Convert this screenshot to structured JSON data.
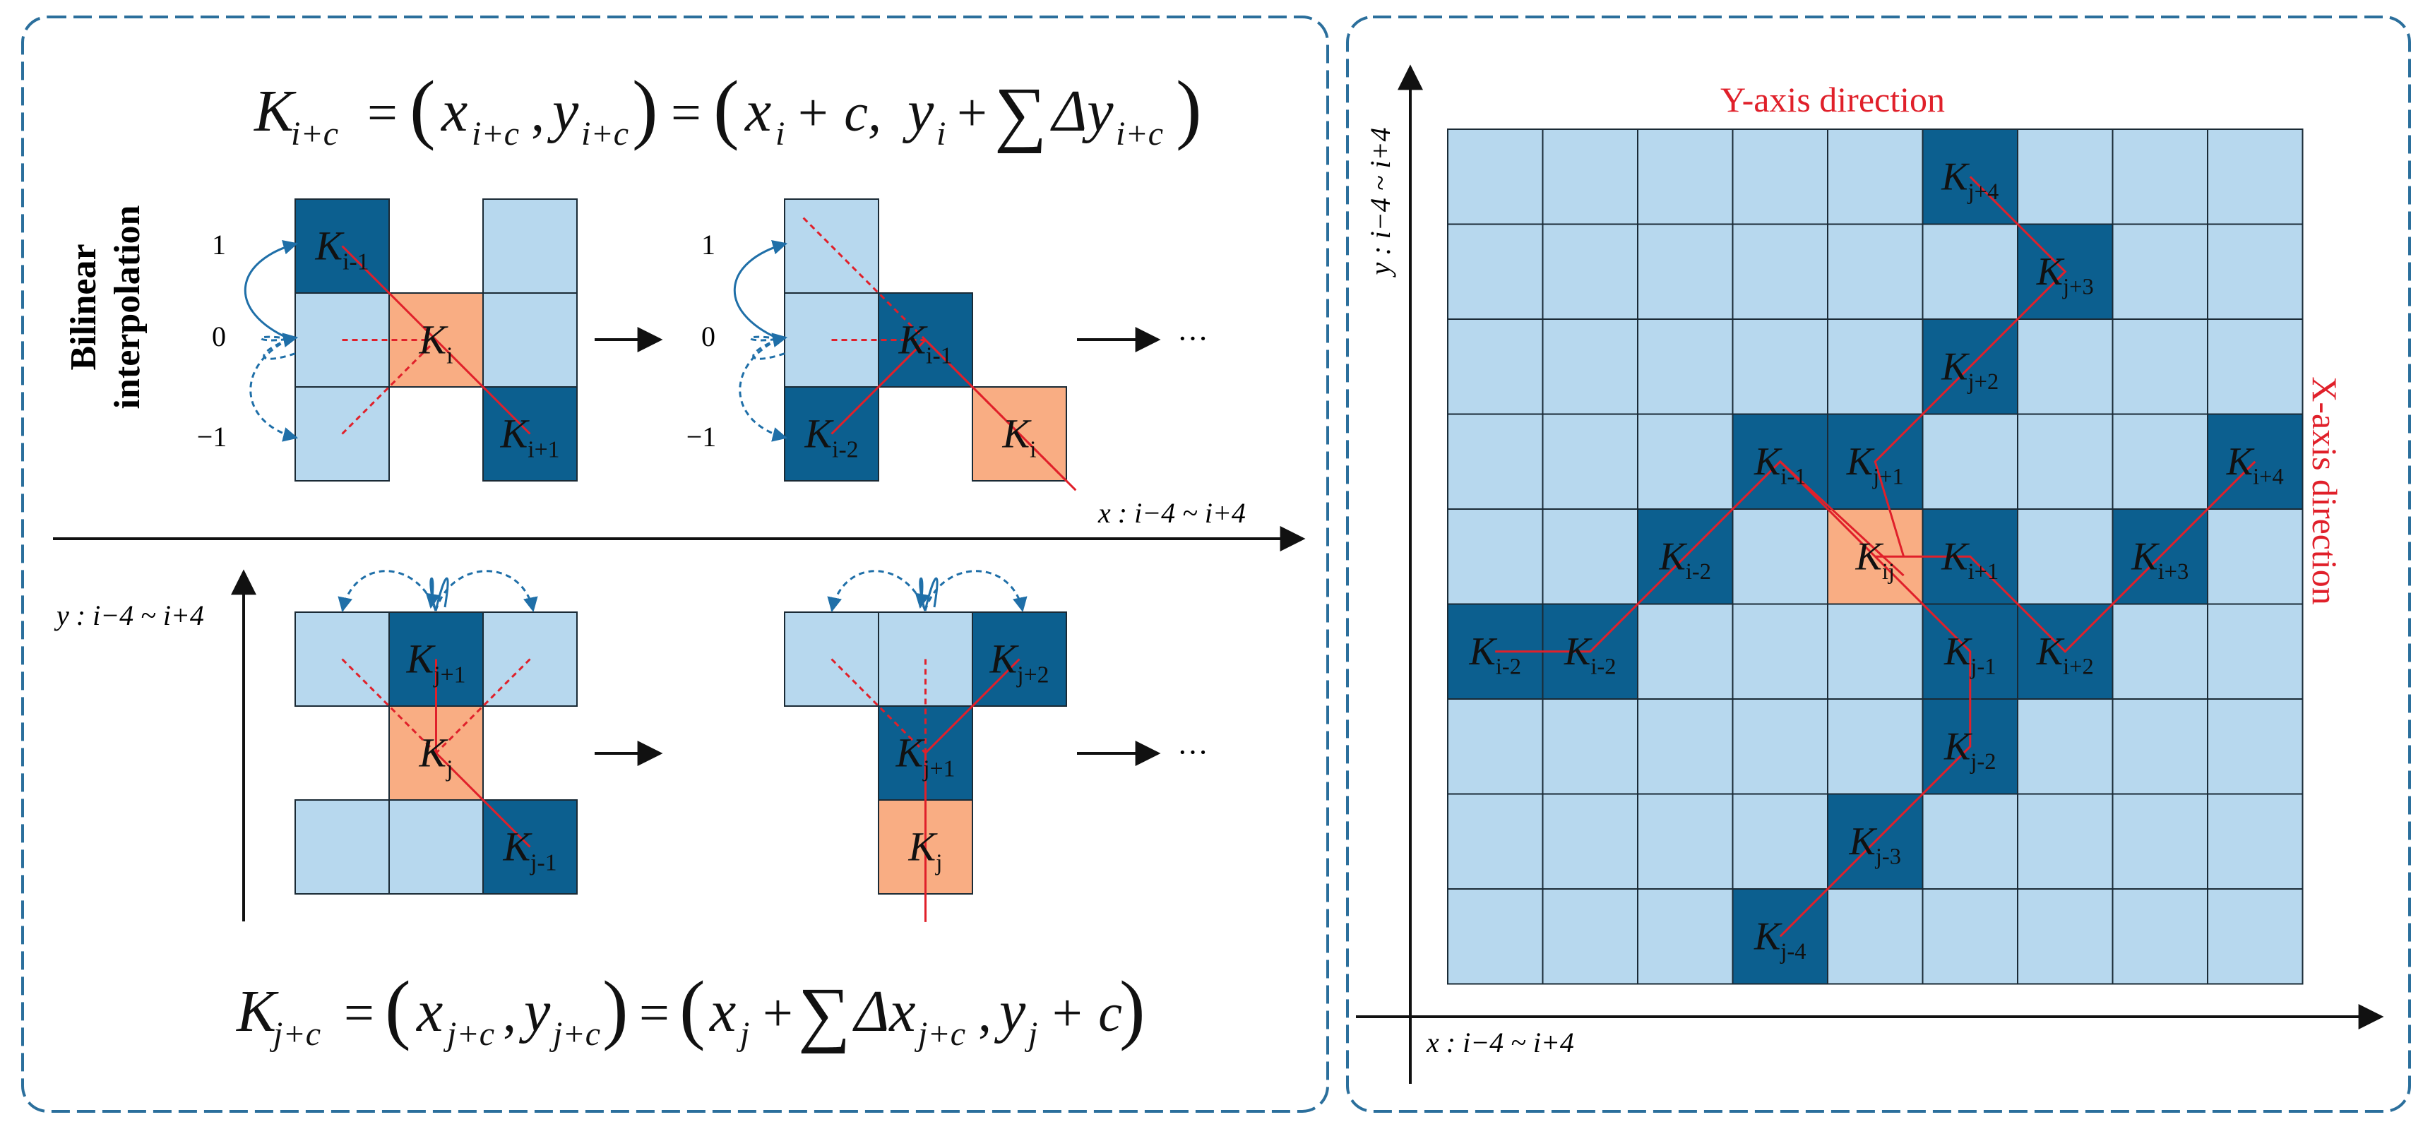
{
  "colors": {
    "light": "#b7d8ee",
    "dark": "#0c5f8f",
    "orange": "#f9ad83",
    "red": "#e0202a",
    "blue_arrow": "#1f6fa8",
    "frame": "#2b6f9c",
    "text": "#111111"
  },
  "left_panel": {
    "formula_top": {
      "K": "K",
      "lhs_sub": "i+c",
      "eq1": "=",
      "x": "x",
      "x_sub": "i+c",
      "comma1": ",",
      "y": "y",
      "y_sub": "i+c",
      "eq2": "=",
      "xi": "x",
      "xi_sub": "i",
      "plus_c": "+ c,",
      "yi": "y",
      "yi_sub": "i",
      "plus": "+",
      "sigma": "∑",
      "delta_y": "Δy",
      "dy_sub": "i+c"
    },
    "formula_bottom": {
      "K": "K",
      "lhs_sub": "j+c",
      "eq1": "=",
      "x": "x",
      "x_sub": "j+c",
      "comma1": ",",
      "y": "y",
      "y_sub": "j+c",
      "eq2": "=",
      "xj": "x",
      "xj_sub": "j",
      "plus": "+",
      "sigma": "∑",
      "delta_x": "Δx",
      "dx_sub": "j+c",
      "comma2": ",",
      "yj": "y",
      "yj_sub": "j",
      "plus_c": "+ c"
    },
    "bilinear_label_line1": "Bilinear",
    "bilinear_label_line2": "interpolation",
    "row_labels": [
      "1",
      "0",
      "−1"
    ],
    "x_axis_label": "x : i−4 ~ i+4",
    "y_axis_label": "y : i−4 ~ i+4",
    "ellipsis": "···",
    "top_grid1_cells": [
      {
        "k": "K",
        "sub": "i-1"
      },
      {
        "k": "K",
        "sub": "i"
      },
      {
        "k": "K",
        "sub": "i+1"
      }
    ],
    "top_grid2_cells": [
      {
        "k": "K",
        "sub": "i-1"
      },
      {
        "k": "K",
        "sub": "i-2"
      },
      {
        "k": "K",
        "sub": "i"
      }
    ],
    "bottom_grid1_cells": [
      {
        "k": "K",
        "sub": "j+1"
      },
      {
        "k": "K",
        "sub": "j"
      },
      {
        "k": "K",
        "sub": "j-1"
      }
    ],
    "bottom_grid2_cells": [
      {
        "k": "K",
        "sub": "j+2"
      },
      {
        "k": "K",
        "sub": "j+1"
      },
      {
        "k": "K",
        "sub": "j"
      }
    ]
  },
  "right_panel": {
    "y_axis_direction": "Y-axis direction",
    "x_axis_direction": "X-axis direction",
    "y_axis_label": "y : i−4 ~ i+4",
    "x_axis_label": "x : i−4 ~ i+4",
    "cells": [
      {
        "k": "K",
        "sub": "j+4"
      },
      {
        "k": "K",
        "sub": "j+3"
      },
      {
        "k": "K",
        "sub": "j+2"
      },
      {
        "k": "K",
        "sub": "i-1"
      },
      {
        "k": "K",
        "sub": "j+1"
      },
      {
        "k": "K",
        "sub": "i+4"
      },
      {
        "k": "K",
        "sub": "i-2"
      },
      {
        "k": "K",
        "sub": "ij"
      },
      {
        "k": "K",
        "sub": "i+1"
      },
      {
        "k": "K",
        "sub": "i+3"
      },
      {
        "k": "K",
        "sub": "i-2"
      },
      {
        "k": "K",
        "sub": "i-2"
      },
      {
        "k": "K",
        "sub": "j-1"
      },
      {
        "k": "K",
        "sub": "i+2"
      },
      {
        "k": "K",
        "sub": "j-2"
      },
      {
        "k": "K",
        "sub": "j-3"
      },
      {
        "k": "K",
        "sub": "j-4"
      }
    ]
  }
}
